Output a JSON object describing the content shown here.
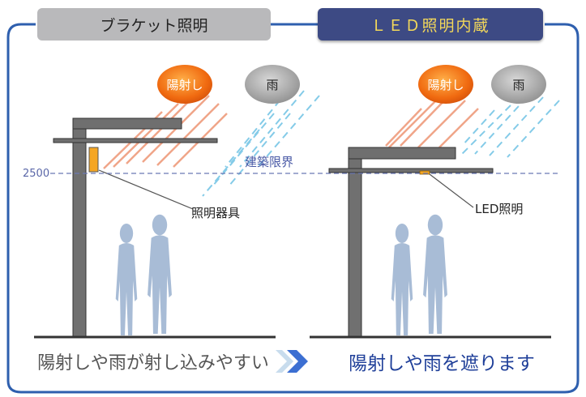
{
  "panels": {
    "left": {
      "tab_label": "ブラケット照明",
      "sun_label": "陽射し",
      "rain_label": "雨",
      "fixture_label": "照明器具",
      "caption": "陽射しや雨が射し込みやすい"
    },
    "right": {
      "tab_label": "ＬＥＤ照明内蔵",
      "sun_label": "陽射し",
      "rain_label": "雨",
      "fixture_label": "LED照明",
      "caption": "陽射しや雨を遮ります"
    }
  },
  "shared": {
    "height_value": "2500",
    "limit_label": "建築限界"
  },
  "icons": {
    "between_captions": "double-chevron-right-icon"
  },
  "colors": {
    "frame": "#2e5fae",
    "sun_rays": "#f0a589",
    "rain": "#84cbe8",
    "limit_line": "#6b79b5",
    "pole": "#707070",
    "people": "#a8bcd6",
    "fixture": "#f5a623"
  }
}
